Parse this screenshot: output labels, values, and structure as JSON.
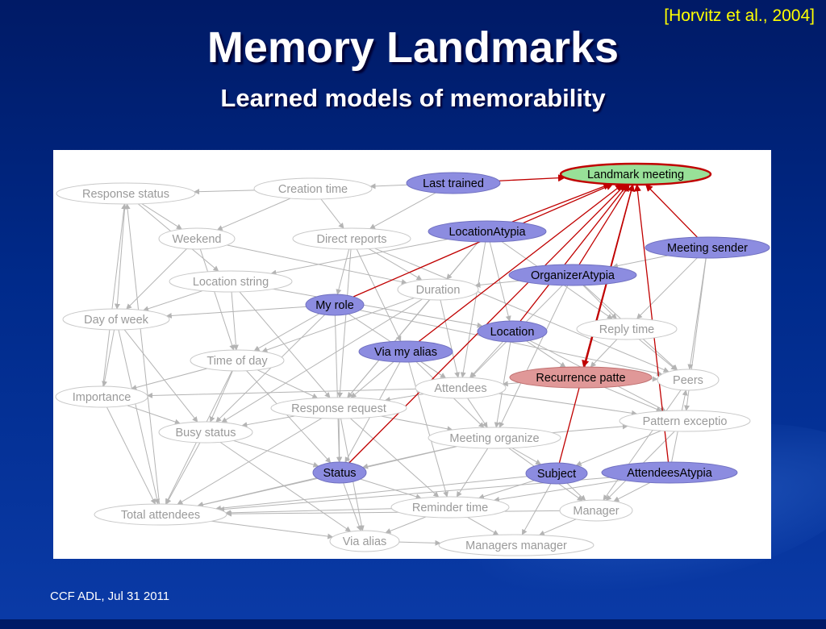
{
  "slide": {
    "citation": "[Horvitz et al., 2004]",
    "title": "Memory Landmarks",
    "subtitle": "Learned models of memorability",
    "footer": "CCF ADL, Jul 31 2011"
  },
  "colors": {
    "background": "#002a8a",
    "title": "#ffffff",
    "citation": "#ffff00",
    "feature_node": "#8c8ce0",
    "target_node": "#98e098",
    "recurrence_node": "#e09898",
    "plain_node": "#ffffff",
    "influence_edge": "#c00000",
    "background_edge": "#b4b4b4"
  },
  "diagram": {
    "nodes": [
      {
        "id": "landmark",
        "label": "Landmark meeting",
        "kind": "target"
      },
      {
        "id": "lasttrained",
        "label": "Last trained",
        "kind": "feature"
      },
      {
        "id": "responsestatus",
        "label": "Response status",
        "kind": "plain"
      },
      {
        "id": "creationtime",
        "label": "Creation time",
        "kind": "plain"
      },
      {
        "id": "locationatypia",
        "label": "LocationAtypia",
        "kind": "feature"
      },
      {
        "id": "meetingsender",
        "label": "Meeting sender",
        "kind": "feature"
      },
      {
        "id": "weekend",
        "label": "Weekend",
        "kind": "plain"
      },
      {
        "id": "directreports",
        "label": "Direct reports",
        "kind": "plain"
      },
      {
        "id": "organizeratypia",
        "label": "OrganizerAtypia",
        "kind": "feature"
      },
      {
        "id": "locationstring",
        "label": "Location string",
        "kind": "plain"
      },
      {
        "id": "duration",
        "label": "Duration",
        "kind": "plain"
      },
      {
        "id": "myrole",
        "label": "My role",
        "kind": "feature"
      },
      {
        "id": "dayofweek",
        "label": "Day of week",
        "kind": "plain"
      },
      {
        "id": "location",
        "label": "Location",
        "kind": "feature"
      },
      {
        "id": "replytime",
        "label": "Reply time",
        "kind": "plain"
      },
      {
        "id": "viamyalias",
        "label": "Via my alias",
        "kind": "feature"
      },
      {
        "id": "timeofday",
        "label": "Time of day",
        "kind": "plain"
      },
      {
        "id": "recurrence",
        "label": "Recurrence patte",
        "kind": "recurrence"
      },
      {
        "id": "peers",
        "label": "Peers",
        "kind": "plain"
      },
      {
        "id": "attendees",
        "label": "Attendees",
        "kind": "plain"
      },
      {
        "id": "importance",
        "label": "Importance",
        "kind": "plain"
      },
      {
        "id": "responserequest",
        "label": "Response request",
        "kind": "plain"
      },
      {
        "id": "patternexception",
        "label": "Pattern exceptio",
        "kind": "plain"
      },
      {
        "id": "busystatus",
        "label": "Busy status",
        "kind": "plain"
      },
      {
        "id": "meetingorganize",
        "label": "Meeting organize",
        "kind": "plain"
      },
      {
        "id": "status",
        "label": "Status",
        "kind": "feature"
      },
      {
        "id": "subject",
        "label": "Subject",
        "kind": "feature"
      },
      {
        "id": "attendeesatypia",
        "label": "AttendeesAtypia",
        "kind": "feature"
      },
      {
        "id": "remindertime",
        "label": "Reminder time",
        "kind": "plain"
      },
      {
        "id": "manager",
        "label": "Manager",
        "kind": "plain"
      },
      {
        "id": "totalattendees",
        "label": "Total attendees",
        "kind": "plain"
      },
      {
        "id": "viaalias",
        "label": "Via alias",
        "kind": "plain"
      },
      {
        "id": "managersmanager",
        "label": "Managers manager",
        "kind": "plain"
      }
    ],
    "influence_edges": [
      [
        "lasttrained",
        "landmark"
      ],
      [
        "locationatypia",
        "landmark"
      ],
      [
        "meetingsender",
        "landmark"
      ],
      [
        "organizeratypia",
        "landmark"
      ],
      [
        "myrole",
        "landmark"
      ],
      [
        "location",
        "landmark"
      ],
      [
        "viamyalias",
        "landmark"
      ],
      [
        "status",
        "landmark"
      ],
      [
        "subject",
        "landmark"
      ],
      [
        "attendeesatypia",
        "landmark"
      ],
      [
        "recurrence",
        "landmark"
      ],
      [
        "landmark",
        "recurrence"
      ]
    ],
    "background_edges": [
      [
        "lasttrained",
        "creationtime"
      ],
      [
        "lasttrained",
        "directreports"
      ],
      [
        "creationtime",
        "responsestatus"
      ],
      [
        "creationtime",
        "weekend"
      ],
      [
        "creationtime",
        "directreports"
      ],
      [
        "responsestatus",
        "weekend"
      ],
      [
        "responsestatus",
        "dayofweek"
      ],
      [
        "responsestatus",
        "locationstring"
      ],
      [
        "weekend",
        "dayofweek"
      ],
      [
        "weekend",
        "timeofday"
      ],
      [
        "weekend",
        "duration"
      ],
      [
        "directreports",
        "myrole"
      ],
      [
        "directreports",
        "duration"
      ],
      [
        "directreports",
        "viamyalias"
      ],
      [
        "directreports",
        "responserequest"
      ],
      [
        "directreports",
        "peers"
      ],
      [
        "locationatypia",
        "locationstring"
      ],
      [
        "locationatypia",
        "duration"
      ],
      [
        "locationatypia",
        "location"
      ],
      [
        "locationatypia",
        "replytime"
      ],
      [
        "locationatypia",
        "attendees"
      ],
      [
        "locationatypia",
        "responserequest"
      ],
      [
        "locationstring",
        "dayofweek"
      ],
      [
        "locationstring",
        "timeofday"
      ],
      [
        "locationstring",
        "location"
      ],
      [
        "locationstring",
        "responserequest"
      ],
      [
        "duration",
        "timeofday"
      ],
      [
        "duration",
        "busystatus"
      ],
      [
        "duration",
        "responserequest"
      ],
      [
        "duration",
        "attendees"
      ],
      [
        "myrole",
        "dayofweek"
      ],
      [
        "myrole",
        "timeofday"
      ],
      [
        "myrole",
        "attendees"
      ],
      [
        "myrole",
        "status"
      ],
      [
        "myrole",
        "peers"
      ],
      [
        "myrole",
        "busystatus"
      ],
      [
        "dayofweek",
        "importance"
      ],
      [
        "dayofweek",
        "totalattendees"
      ],
      [
        "dayofweek",
        "busystatus"
      ],
      [
        "timeofday",
        "busystatus"
      ],
      [
        "timeofday",
        "importance"
      ],
      [
        "timeofday",
        "responserequest"
      ],
      [
        "timeofday",
        "totalattendees"
      ],
      [
        "timeofday",
        "status"
      ],
      [
        "viamyalias",
        "attendees"
      ],
      [
        "viamyalias",
        "responserequest"
      ],
      [
        "viamyalias",
        "meetingorganize"
      ],
      [
        "viamyalias",
        "remindertime"
      ],
      [
        "viamyalias",
        "status"
      ],
      [
        "location",
        "attendees"
      ],
      [
        "location",
        "recurrence"
      ],
      [
        "location",
        "patternexception"
      ],
      [
        "location",
        "meetingorganize"
      ],
      [
        "organizeratypia",
        "duration"
      ],
      [
        "organizeratypia",
        "replytime"
      ],
      [
        "organizeratypia",
        "meetingorganize"
      ],
      [
        "organizeratypia",
        "peers"
      ],
      [
        "organizeratypia",
        "attendees"
      ],
      [
        "meetingsender",
        "peers"
      ],
      [
        "meetingsender",
        "replytime"
      ],
      [
        "meetingsender",
        "organizeratypia"
      ],
      [
        "meetingsender",
        "patternexception"
      ],
      [
        "replytime",
        "peers"
      ],
      [
        "replytime",
        "recurrence"
      ],
      [
        "recurrence",
        "peers"
      ],
      [
        "recurrence",
        "patternexception"
      ],
      [
        "recurrence",
        "attendees"
      ],
      [
        "attendees",
        "responserequest"
      ],
      [
        "attendees",
        "patternexception"
      ],
      [
        "attendees",
        "meetingorganize"
      ],
      [
        "attendees",
        "importance"
      ],
      [
        "importance",
        "busystatus"
      ],
      [
        "importance",
        "totalattendees"
      ],
      [
        "responserequest",
        "busystatus"
      ],
      [
        "responserequest",
        "status"
      ],
      [
        "responserequest",
        "viaalias"
      ],
      [
        "responserequest",
        "totalattendees"
      ],
      [
        "responserequest",
        "meetingorganize"
      ],
      [
        "responserequest",
        "remindertime"
      ],
      [
        "busystatus",
        "totalattendees"
      ],
      [
        "busystatus",
        "status"
      ],
      [
        "busystatus",
        "viaalias"
      ],
      [
        "meetingorganize",
        "status"
      ],
      [
        "meetingorganize",
        "subject"
      ],
      [
        "meetingorganize",
        "remindertime"
      ],
      [
        "meetingorganize",
        "manager"
      ],
      [
        "meetingorganize",
        "totalattendees"
      ],
      [
        "meetingorganize",
        "patternexception"
      ],
      [
        "status",
        "totalattendees"
      ],
      [
        "status",
        "viaalias"
      ],
      [
        "status",
        "remindertime"
      ],
      [
        "subject",
        "remindertime"
      ],
      [
        "subject",
        "manager"
      ],
      [
        "subject",
        "totalattendees"
      ],
      [
        "subject",
        "managersmanager"
      ],
      [
        "attendeesatypia",
        "manager"
      ],
      [
        "attendeesatypia",
        "totalattendees"
      ],
      [
        "attendeesatypia",
        "peers"
      ],
      [
        "attendeesatypia",
        "remindertime"
      ],
      [
        "remindertime",
        "totalattendees"
      ],
      [
        "remindertime",
        "viaalias"
      ],
      [
        "remindertime",
        "managersmanager"
      ],
      [
        "manager",
        "managersmanager"
      ],
      [
        "manager",
        "totalattendees"
      ],
      [
        "totalattendees",
        "viaalias"
      ],
      [
        "viaalias",
        "managersmanager"
      ],
      [
        "peers",
        "manager"
      ],
      [
        "patternexception",
        "manager"
      ],
      [
        "patternexception",
        "subject"
      ],
      [
        "importance",
        "responsestatus"
      ],
      [
        "totalattendees",
        "responsestatus"
      ]
    ]
  }
}
